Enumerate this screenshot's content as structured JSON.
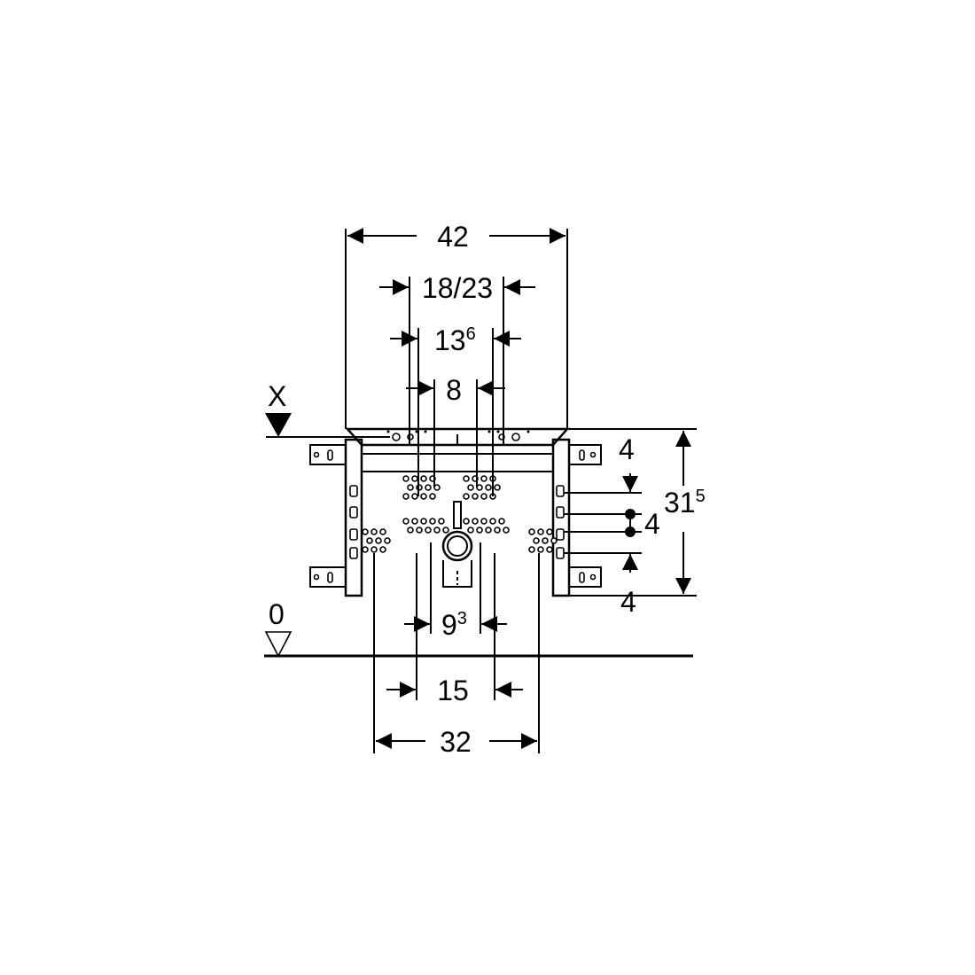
{
  "drawing": {
    "reference_top": "X",
    "reference_floor": "0",
    "dims": {
      "overall_width": "42",
      "range_outer": "18/23",
      "inner_width_base": "13",
      "inner_width_sup": "6",
      "connection_spacing": "8",
      "drain_spacing_base": "9",
      "drain_spacing_sup": "3",
      "lower_spacing": "15",
      "bottom_width": "32",
      "height_base": "31",
      "height_sup": "5",
      "top_offset": "4",
      "middle_offset": "4",
      "bottom_offset": "4"
    }
  }
}
